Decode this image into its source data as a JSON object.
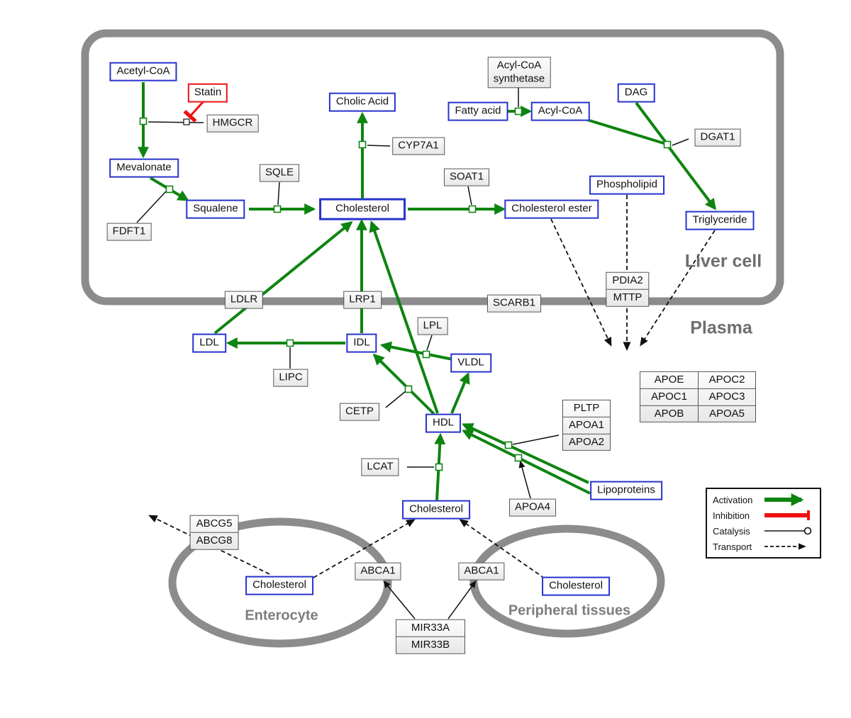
{
  "compartments": {
    "liver": "Liver cell",
    "plasma": "Plasma",
    "enterocyte": "Enterocyte",
    "peripheral": "Peripheral tissues"
  },
  "nodes": {
    "acetyl_coa": "Acetyl-CoA",
    "statin": "Statin",
    "hmgcr": "HMGCR",
    "mevalonate": "Mevalonate",
    "fdft1": "FDFT1",
    "squalene": "Squalene",
    "sqle": "SQLE",
    "cholesterol_liver": "Cholesterol",
    "cyp7a1": "CYP7A1",
    "cholic_acid": "Cholic Acid",
    "soat1": "SOAT1",
    "cholesterol_ester": "Cholesterol ester",
    "fatty_acid": "Fatty acid",
    "acyl_coa_synthetase": [
      "Acyl-CoA",
      "synthetase"
    ],
    "acyl_coa": "Acyl-CoA",
    "dag": "DAG",
    "dgat1": "DGAT1",
    "phospholipid": "Phospholipid",
    "triglyceride": "Triglyceride",
    "pdia2": "PDIA2",
    "mttp": "MTTP",
    "ldlr": "LDLR",
    "lrp1": "LRP1",
    "scarb1": "SCARB1",
    "ldl": "LDL",
    "idl": "IDL",
    "vldl": "VLDL",
    "lpl": "LPL",
    "lipc": "LIPC",
    "cetp": "CETP",
    "hdl": "HDL",
    "lcat": "LCAT",
    "pltp": "PLTP",
    "apoa1": "APOA1",
    "apoa2": "APOA2",
    "apoa4": "APOA4",
    "lipoproteins": "Lipoproteins",
    "cholesterol_plasma": "Cholesterol",
    "abcg5": "ABCG5",
    "abcg8": "ABCG8",
    "cholesterol_enterocyte": "Cholesterol",
    "abca1_left": "ABCA1",
    "abca1_right": "ABCA1",
    "cholesterol_peripheral": "Cholesterol",
    "mir33a": "MIR33A",
    "mir33b": "MIR33B"
  },
  "apo_table": {
    "rows": [
      [
        "APOE",
        "APOC2"
      ],
      [
        "APOC1",
        "APOC3"
      ],
      [
        "APOB",
        "APOA5"
      ]
    ]
  },
  "legend": {
    "activation": "Activation",
    "inhibition": "Inhibition",
    "catalysis": "Catalysis",
    "transport": "Transport"
  },
  "colors": {
    "activation_green": "#0e8410",
    "inhibition_red": "#ee1111",
    "metabolite_border_blue": "#2633cc",
    "membrane_gray": "#8c8c8c",
    "edge_black": "#111111"
  }
}
